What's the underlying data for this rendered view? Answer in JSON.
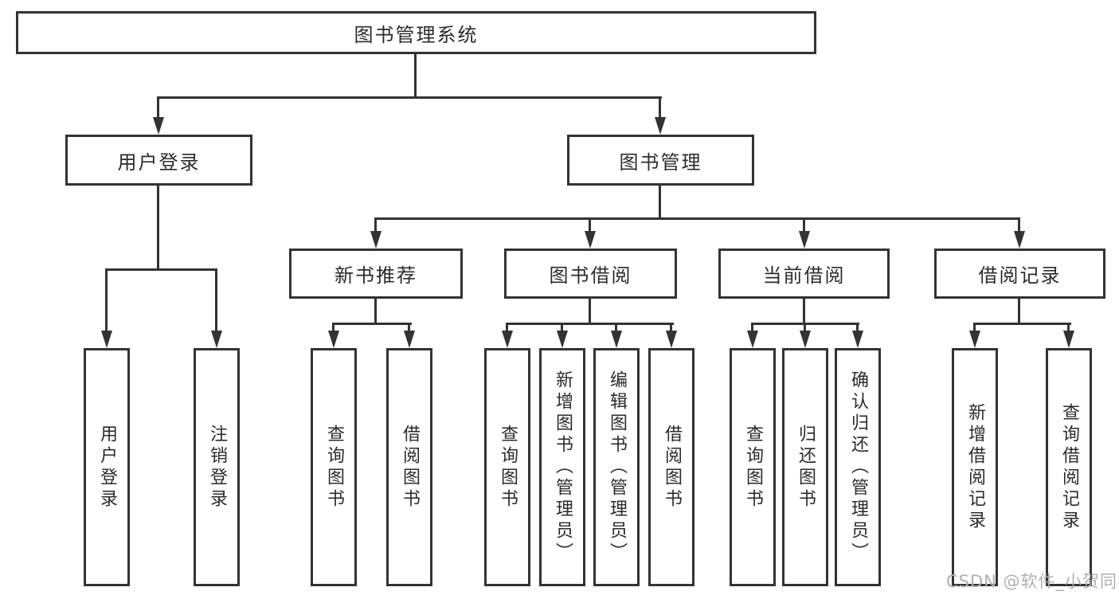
{
  "diagram": {
    "root": {
      "label": "图书管理系统"
    },
    "branches": [
      {
        "label": "用户登录",
        "children": [
          {
            "label": "用户登录"
          },
          {
            "label": "注销登录"
          }
        ]
      },
      {
        "label": "图书管理",
        "children": [
          {
            "label": "新书推荐",
            "children": [
              {
                "label": "查询图书"
              },
              {
                "label": "借阅图书"
              }
            ]
          },
          {
            "label": "图书借阅",
            "children": [
              {
                "label": "查询图书"
              },
              {
                "label": "新增图书（管理员）"
              },
              {
                "label": "编辑图书（管理员）"
              },
              {
                "label": "借阅图书"
              }
            ]
          },
          {
            "label": "当前借阅",
            "children": [
              {
                "label": "查询图书"
              },
              {
                "label": "归还图书"
              },
              {
                "label": "确认归还（管理员）"
              }
            ]
          },
          {
            "label": "借阅记录",
            "children": [
              {
                "label": "新增借阅记录"
              },
              {
                "label": "查询借阅记录"
              }
            ]
          }
        ]
      }
    ]
  },
  "watermark": "CSDN @软件_小贺同学",
  "colors": {
    "line": "#333333",
    "box_border": "#333333",
    "text": "#2b2b2b",
    "watermark": "#b0b0b0",
    "background": "#ffffff"
  }
}
